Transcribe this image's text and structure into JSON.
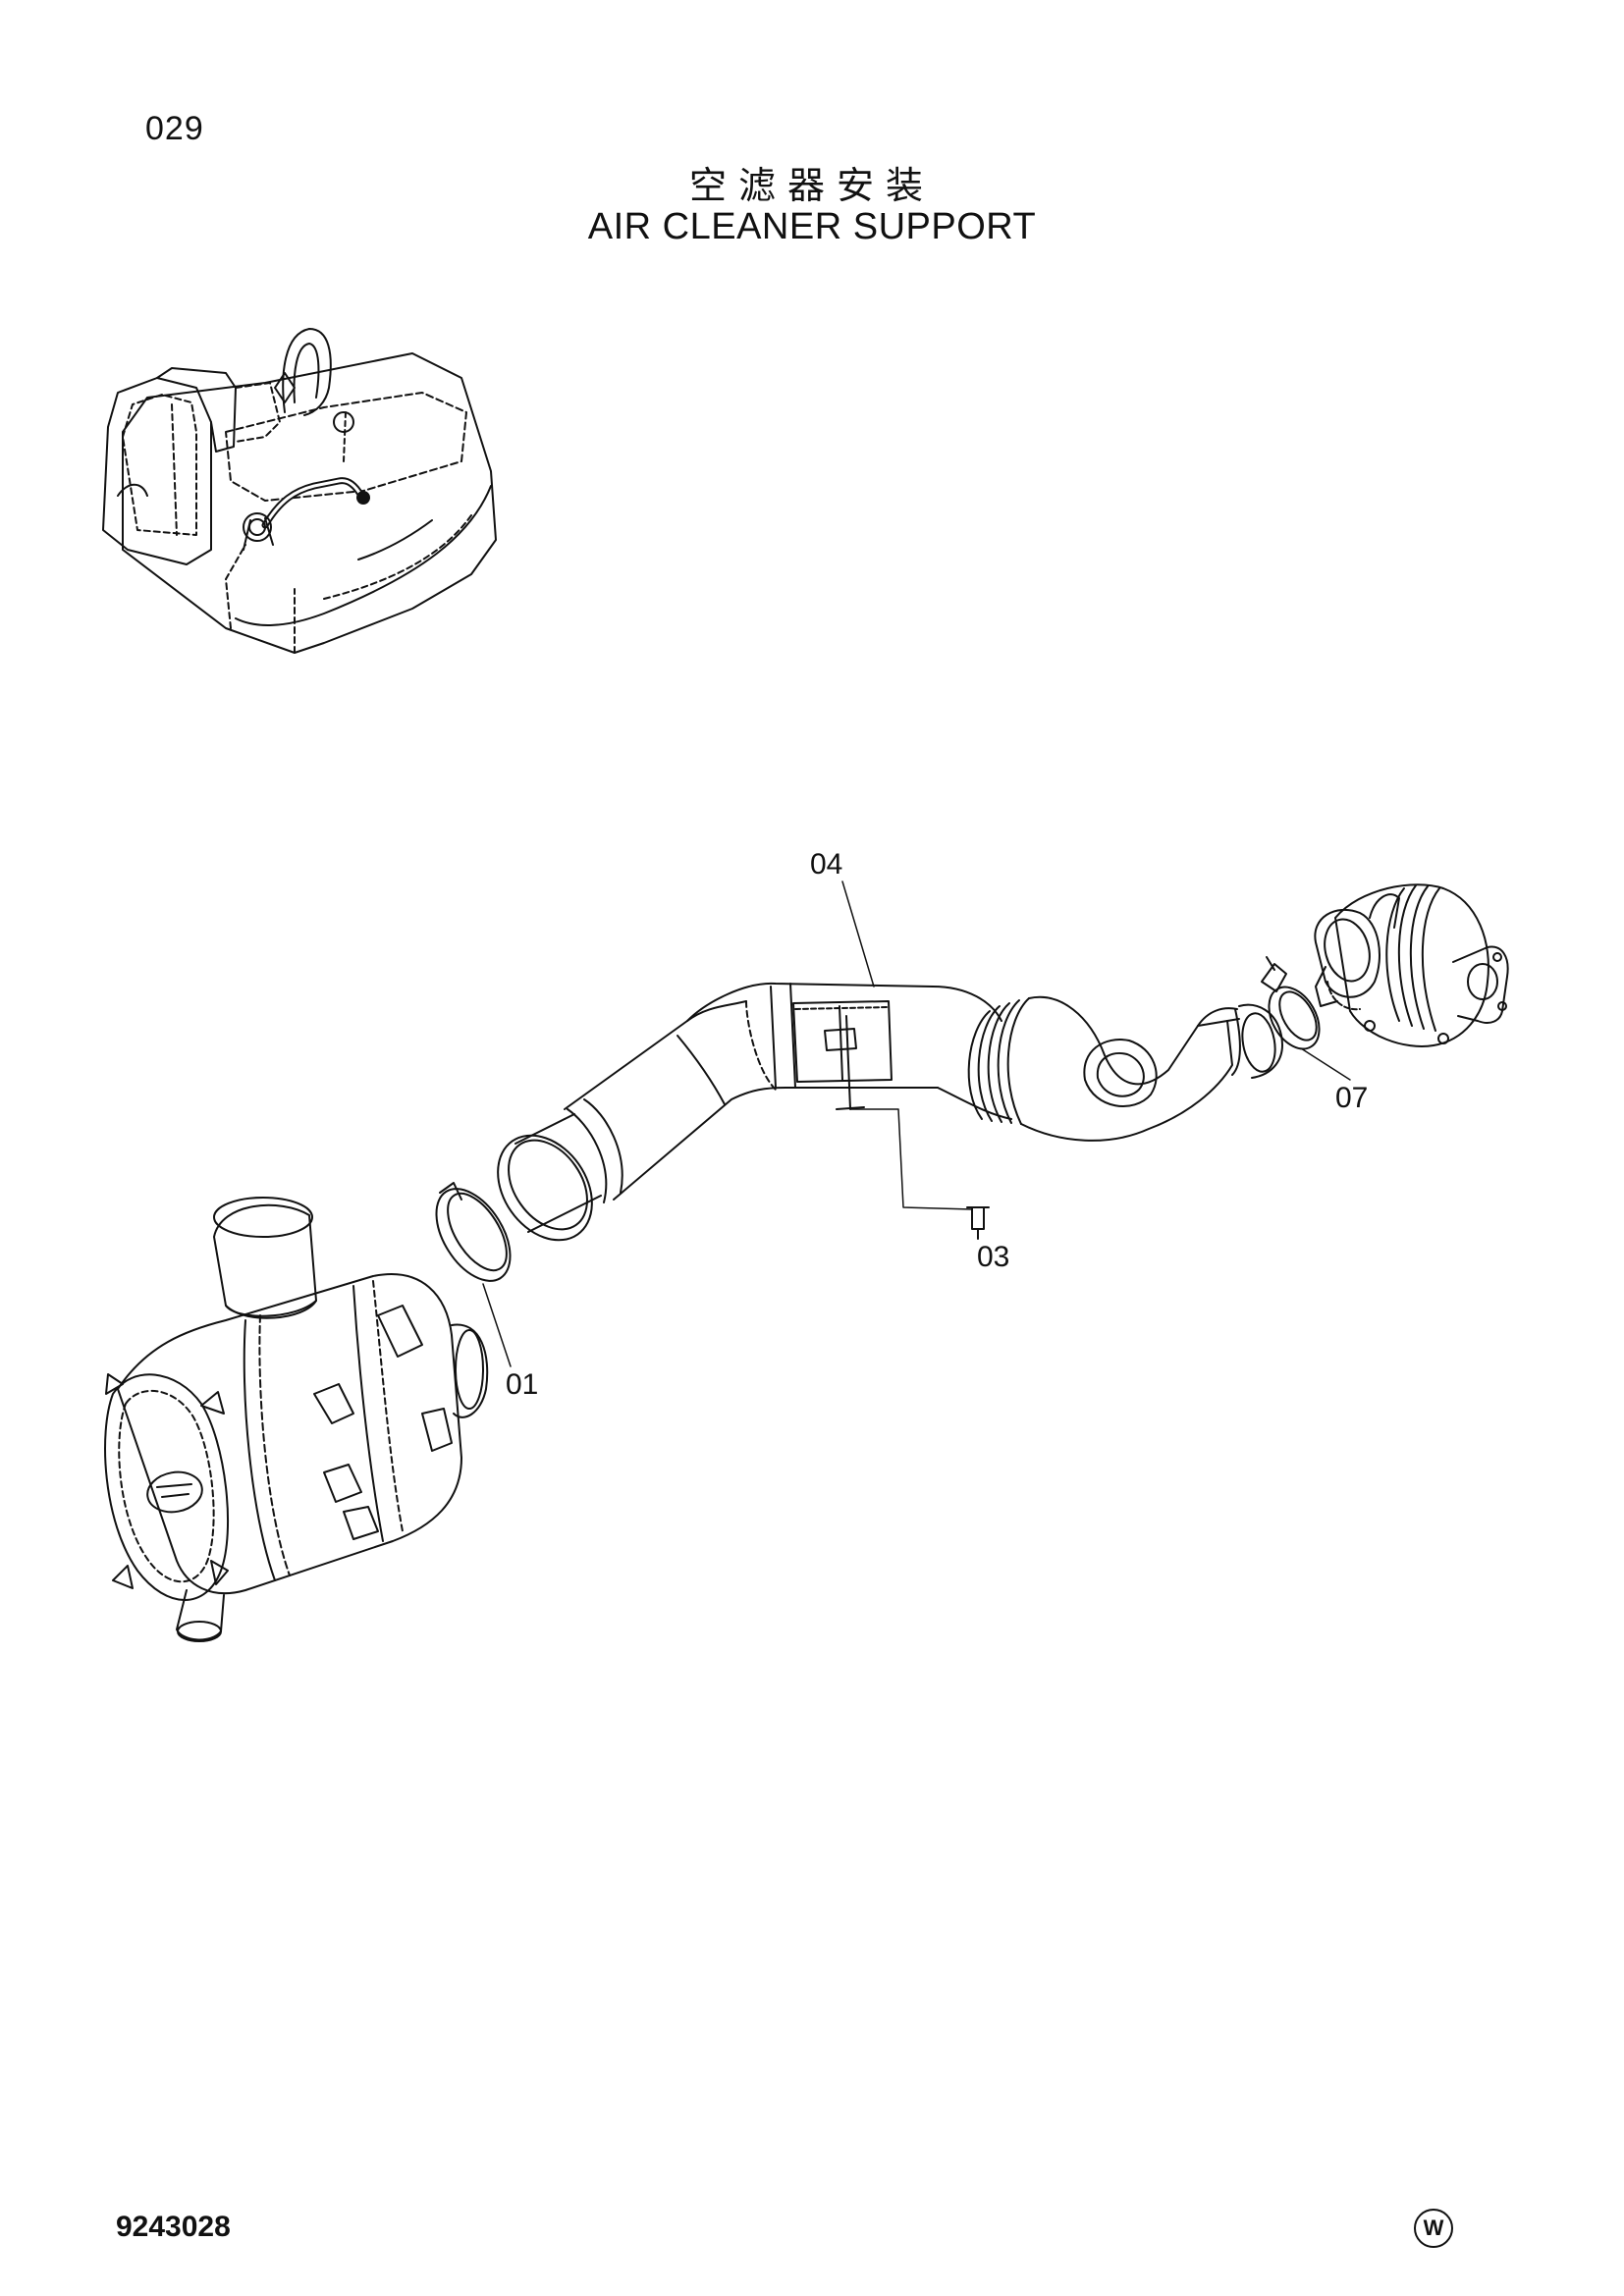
{
  "header": {
    "page_number": "029",
    "title_cn": "空滤器安装",
    "title_en": "AIR CLEANER SUPPORT"
  },
  "callouts": [
    {
      "id": "01",
      "label": "01"
    },
    {
      "id": "03",
      "label": "03"
    },
    {
      "id": "04",
      "label": "04"
    },
    {
      "id": "07",
      "label": "07"
    }
  ],
  "footer": {
    "doc_code": "9243028",
    "brand_mark": "W"
  }
}
